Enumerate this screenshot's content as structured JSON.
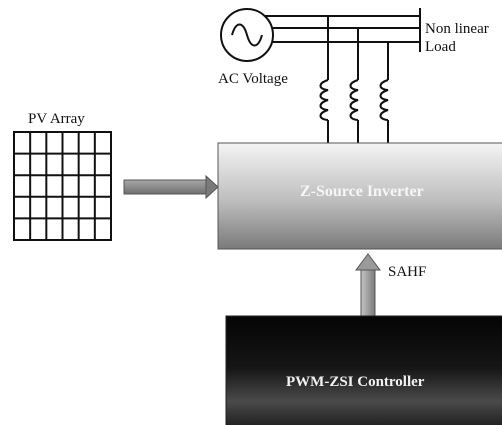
{
  "ac_source": {
    "label": "AC Voltage",
    "icon": "sine-wave-icon"
  },
  "load": {
    "label_line1": "Non linear",
    "label_line2": "Load"
  },
  "pv_array": {
    "label": "PV Array"
  },
  "inverter": {
    "label": "Z-Source Inverter"
  },
  "link": {
    "label": "SAHF"
  },
  "controller": {
    "label": "PWM-ZSI Controller"
  },
  "colors": {
    "line": "#111111",
    "arrow_fill": "#8c8c8c",
    "inverter_light": "#f2f2f2",
    "inverter_dark": "#7a7a7a",
    "controller_dark": "#050505",
    "controller_mid": "#4a4a4a"
  }
}
